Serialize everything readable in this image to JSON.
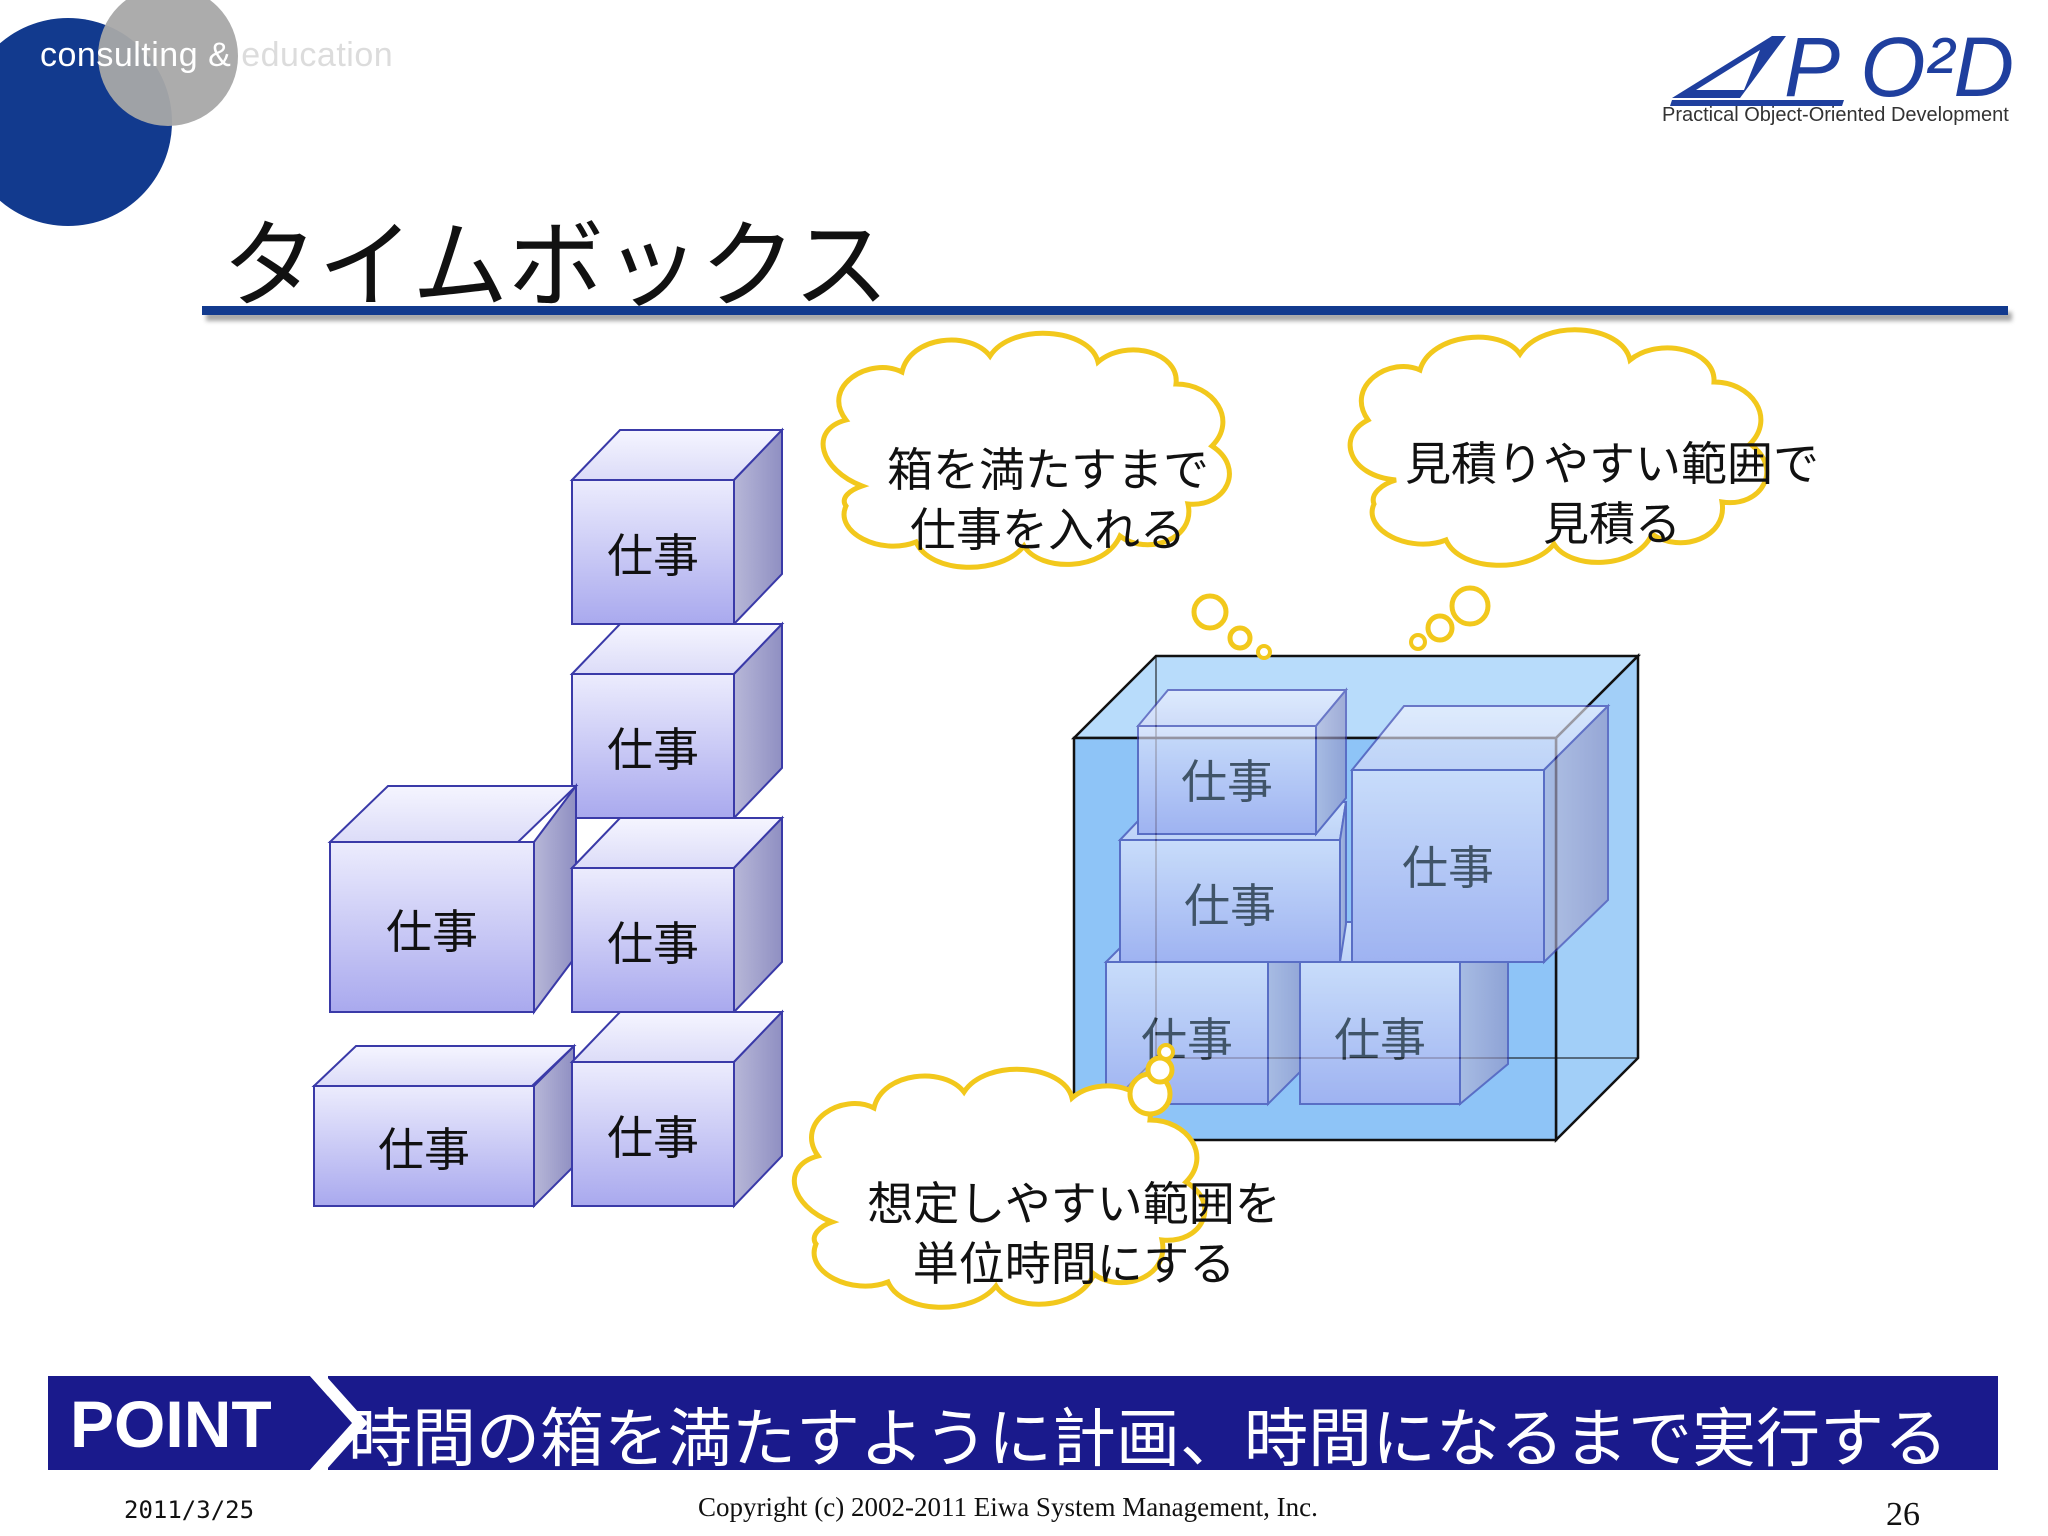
{
  "header": {
    "tagline_part1": "consulting",
    "tagline_amp": "&",
    "tagline_part2": "education",
    "logo_text": "P O²D",
    "logo_subtitle": "Practical Object-Oriented Development"
  },
  "slide": {
    "title": "タイムボックス"
  },
  "diagram": {
    "box_label": "仕事",
    "clouds": [
      {
        "line1": "箱を満たすまで",
        "line2": "仕事を入れる"
      },
      {
        "line1": "見積りやすい範囲で",
        "line2": "見積る"
      },
      {
        "line1": "想定しやすい範囲を",
        "line2": "単位時間にする"
      }
    ]
  },
  "point": {
    "label": "POINT",
    "text": "時間の箱を満たすように計画、時間になるまで実行する"
  },
  "footer": {
    "date": "2011/3/25",
    "copyright": "Copyright (c) 2002-2011 Eiwa System Management, Inc.",
    "page": "26"
  },
  "colors": {
    "brand_blue": "#123a8e",
    "point_blue": "#1a1a8c",
    "cloud_yellow": "#f2c81c",
    "timebox_blue": "#8ec4f7"
  }
}
